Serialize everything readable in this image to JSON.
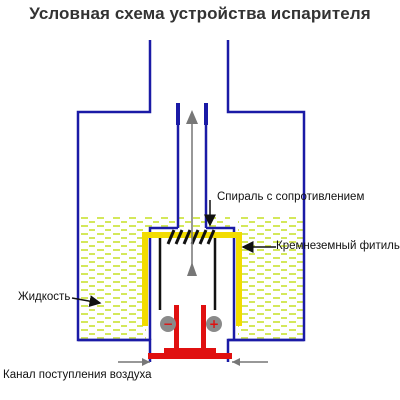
{
  "title": "Условная схема устройства испарителя",
  "labels": {
    "coil": "Спираль с сопротивлением",
    "wick": "Кремнеземный фитиль",
    "liquid": "Жидкость",
    "air_channel": "Канал поступления воздуха"
  },
  "terminals": {
    "negative": "−",
    "positive": "+"
  },
  "colors": {
    "tank": "#1a1aa6",
    "liquid": "#d4e85a",
    "wick": "#f2dc00",
    "coil": "#111111",
    "post": "#e01010",
    "arrow": "#777777",
    "terminal": "#8a8a8a"
  }
}
